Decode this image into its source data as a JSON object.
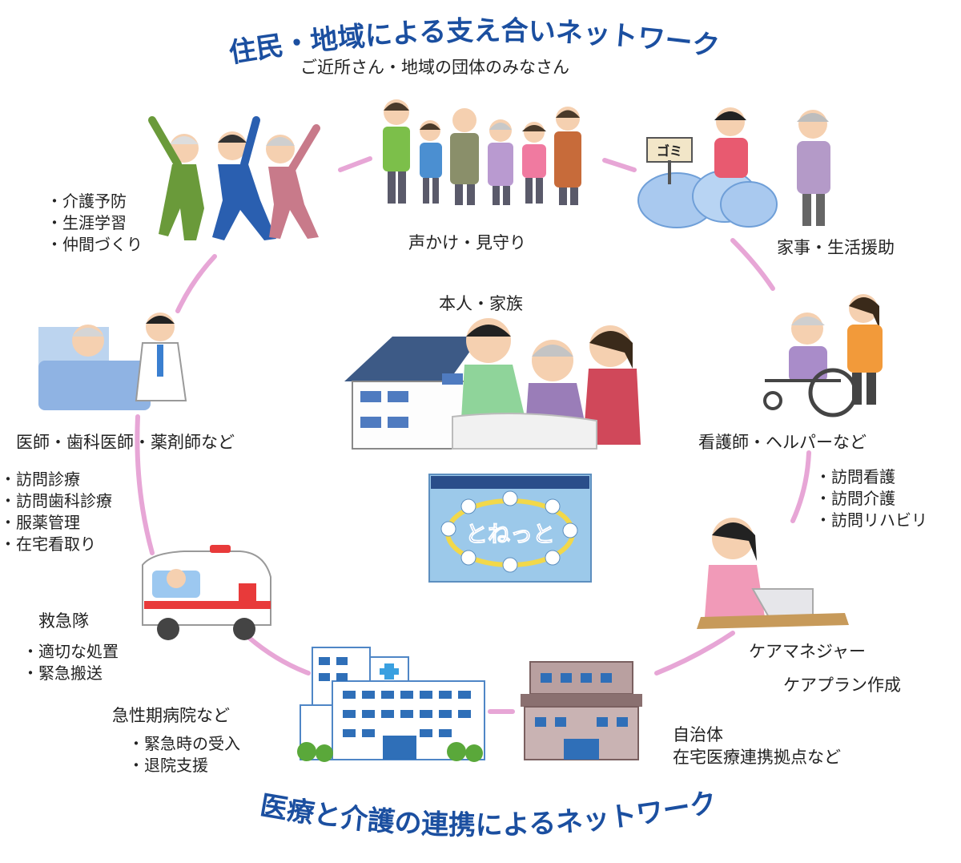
{
  "title_top": "住民・地域による支え合いネットワーク",
  "subtitle_top": "ご近所さん・地域の団体のみなさん",
  "title_bottom": "医療と介護の連携によるネットワーク",
  "nodes": {
    "neighbors": {
      "caption": "声かけ・見守り"
    },
    "exercise": {
      "items": [
        "介護予防",
        "生涯学習",
        "仲間づくり"
      ]
    },
    "housework": {
      "caption": "家事・生活援助"
    },
    "center": {
      "caption": "本人・家族",
      "booklet_logo": "とねっと"
    },
    "doctors": {
      "caption": "医師・歯科医師・薬剤師など",
      "items": [
        "訪問診療",
        "訪問歯科診療",
        "服薬管理",
        "在宅看取り"
      ]
    },
    "nurses": {
      "caption": "看護師・ヘルパーなど",
      "items": [
        "訪問看護",
        "訪問介護",
        "訪問リハビリ"
      ]
    },
    "ambulance": {
      "caption": "救急隊",
      "items": [
        "適切な処置",
        "緊急搬送"
      ]
    },
    "care_manager": {
      "caption": "ケアマネジャー",
      "sub": "ケアプラン作成"
    },
    "hospital": {
      "caption": "急性期病院など",
      "items": [
        "緊急時の受入",
        "退院支援"
      ]
    },
    "municipality": {
      "line1": "自治体",
      "line2": "在宅医療連携拠点など"
    },
    "garbage_sign": "ゴミ"
  },
  "colors": {
    "title": "#1b4fa0",
    "connector": "#e7a6d6",
    "text": "#222222"
  }
}
